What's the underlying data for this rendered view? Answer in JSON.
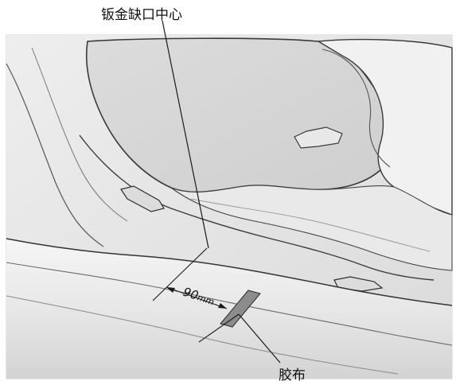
{
  "labels": {
    "sheet_metal_notch_center": "钣金缺口中心",
    "tape": "胶布",
    "dimension_value": "90",
    "dimension_unit": "mm"
  },
  "colors": {
    "tape_fill": "#8c8c8c",
    "line": "#1a1a1a",
    "panel_light": "#f4f4f4",
    "panel_mid": "#e2e2e2",
    "panel_shadow": "#cdcdcd"
  }
}
